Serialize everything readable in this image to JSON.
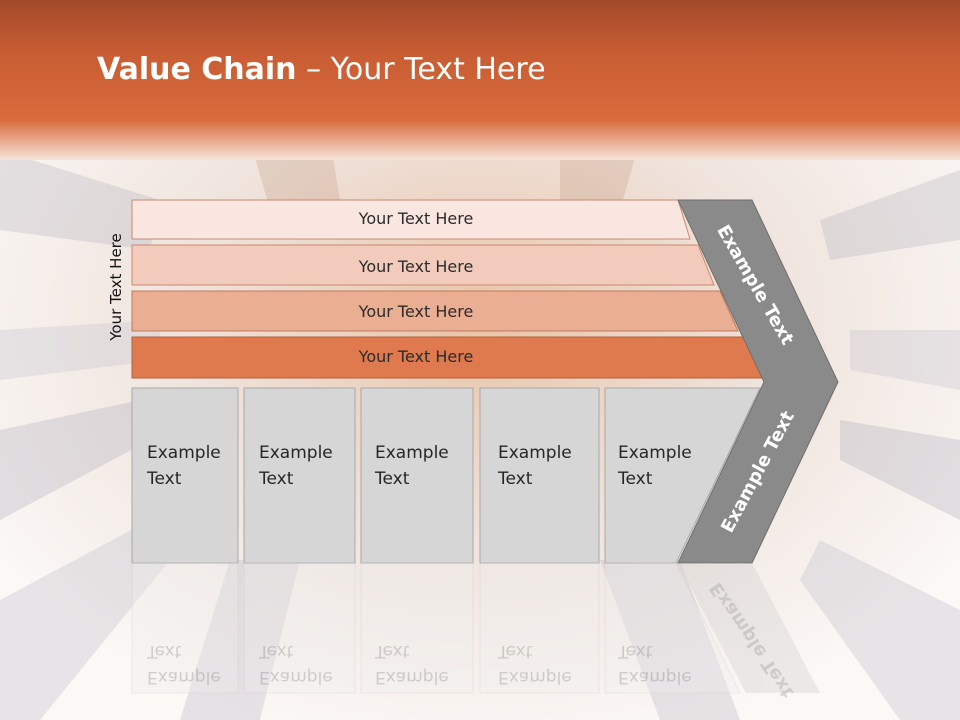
{
  "slide": {
    "title_bold": "Value Chain",
    "title_rest": " – Your Text Here",
    "side_label": "Your Text Here",
    "bars": [
      "Your Text Here",
      "Your Text Here",
      "Your Text Here",
      "Your Text Here"
    ],
    "boxes": [
      {
        "line1": "Example",
        "line2": "Text"
      },
      {
        "line1": "Example",
        "line2": "Text"
      },
      {
        "line1": "Example",
        "line2": "Text"
      },
      {
        "line1": "Example",
        "line2": "Text"
      },
      {
        "line1": "Example",
        "line2": "Text"
      }
    ],
    "chevron_top": "Example Text",
    "chevron_bottom": "Example Text"
  },
  "colors": {
    "header": "#cf6236",
    "bar1": "#f9e6e0",
    "bar2": "#f3cbbd",
    "bar3": "#eaae93",
    "bar4": "#de7a4d",
    "box": "#d6d6d6",
    "chevron": "#8a8a8a"
  }
}
